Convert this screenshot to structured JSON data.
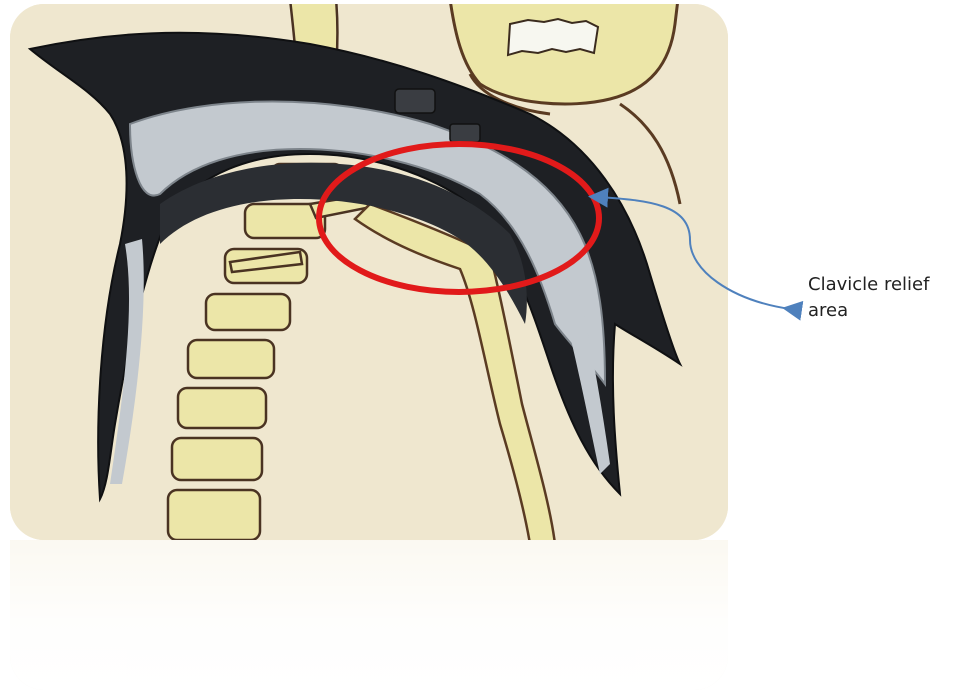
{
  "figure": {
    "image_subject": "neck brace on skeleton illustration",
    "highlight_shape": "ellipse",
    "colors": {
      "highlight_ring": "#e11a1a",
      "arrow": "#4f81bd",
      "paper": "#efe7cf",
      "bone": "#ece6a8",
      "bone_outline": "#5a3b22",
      "brace_dark": "#1e2024",
      "brace_silver": "#c3c9cf"
    }
  },
  "callout": {
    "line1": "Clavicle relief",
    "line2": "area"
  }
}
